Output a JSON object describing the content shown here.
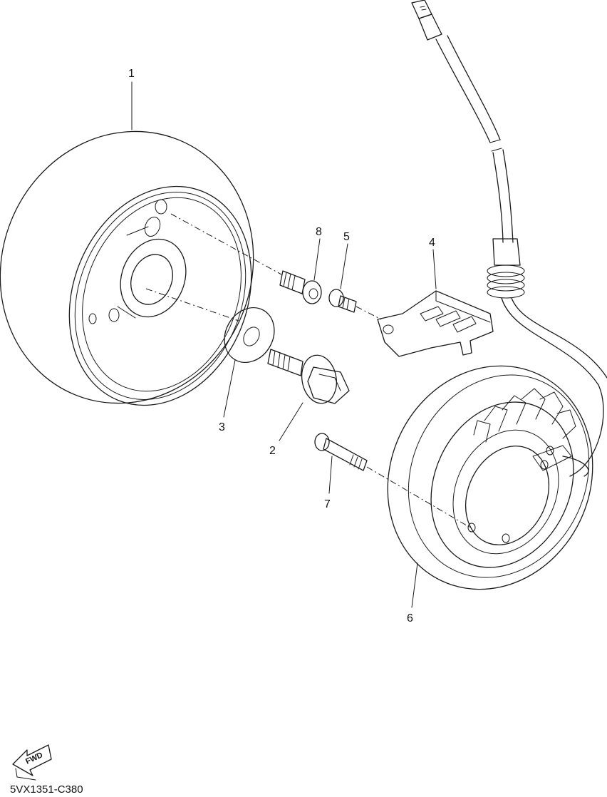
{
  "callouts": {
    "rotor": "1",
    "bolt": "2",
    "washer": "3",
    "clamp": "4",
    "screw": "5",
    "stator": "6",
    "stator_bolt": "7",
    "rotor_bolt": "8"
  },
  "fwd_label": "FWD",
  "diagram_code": "5VX1351-C380"
}
